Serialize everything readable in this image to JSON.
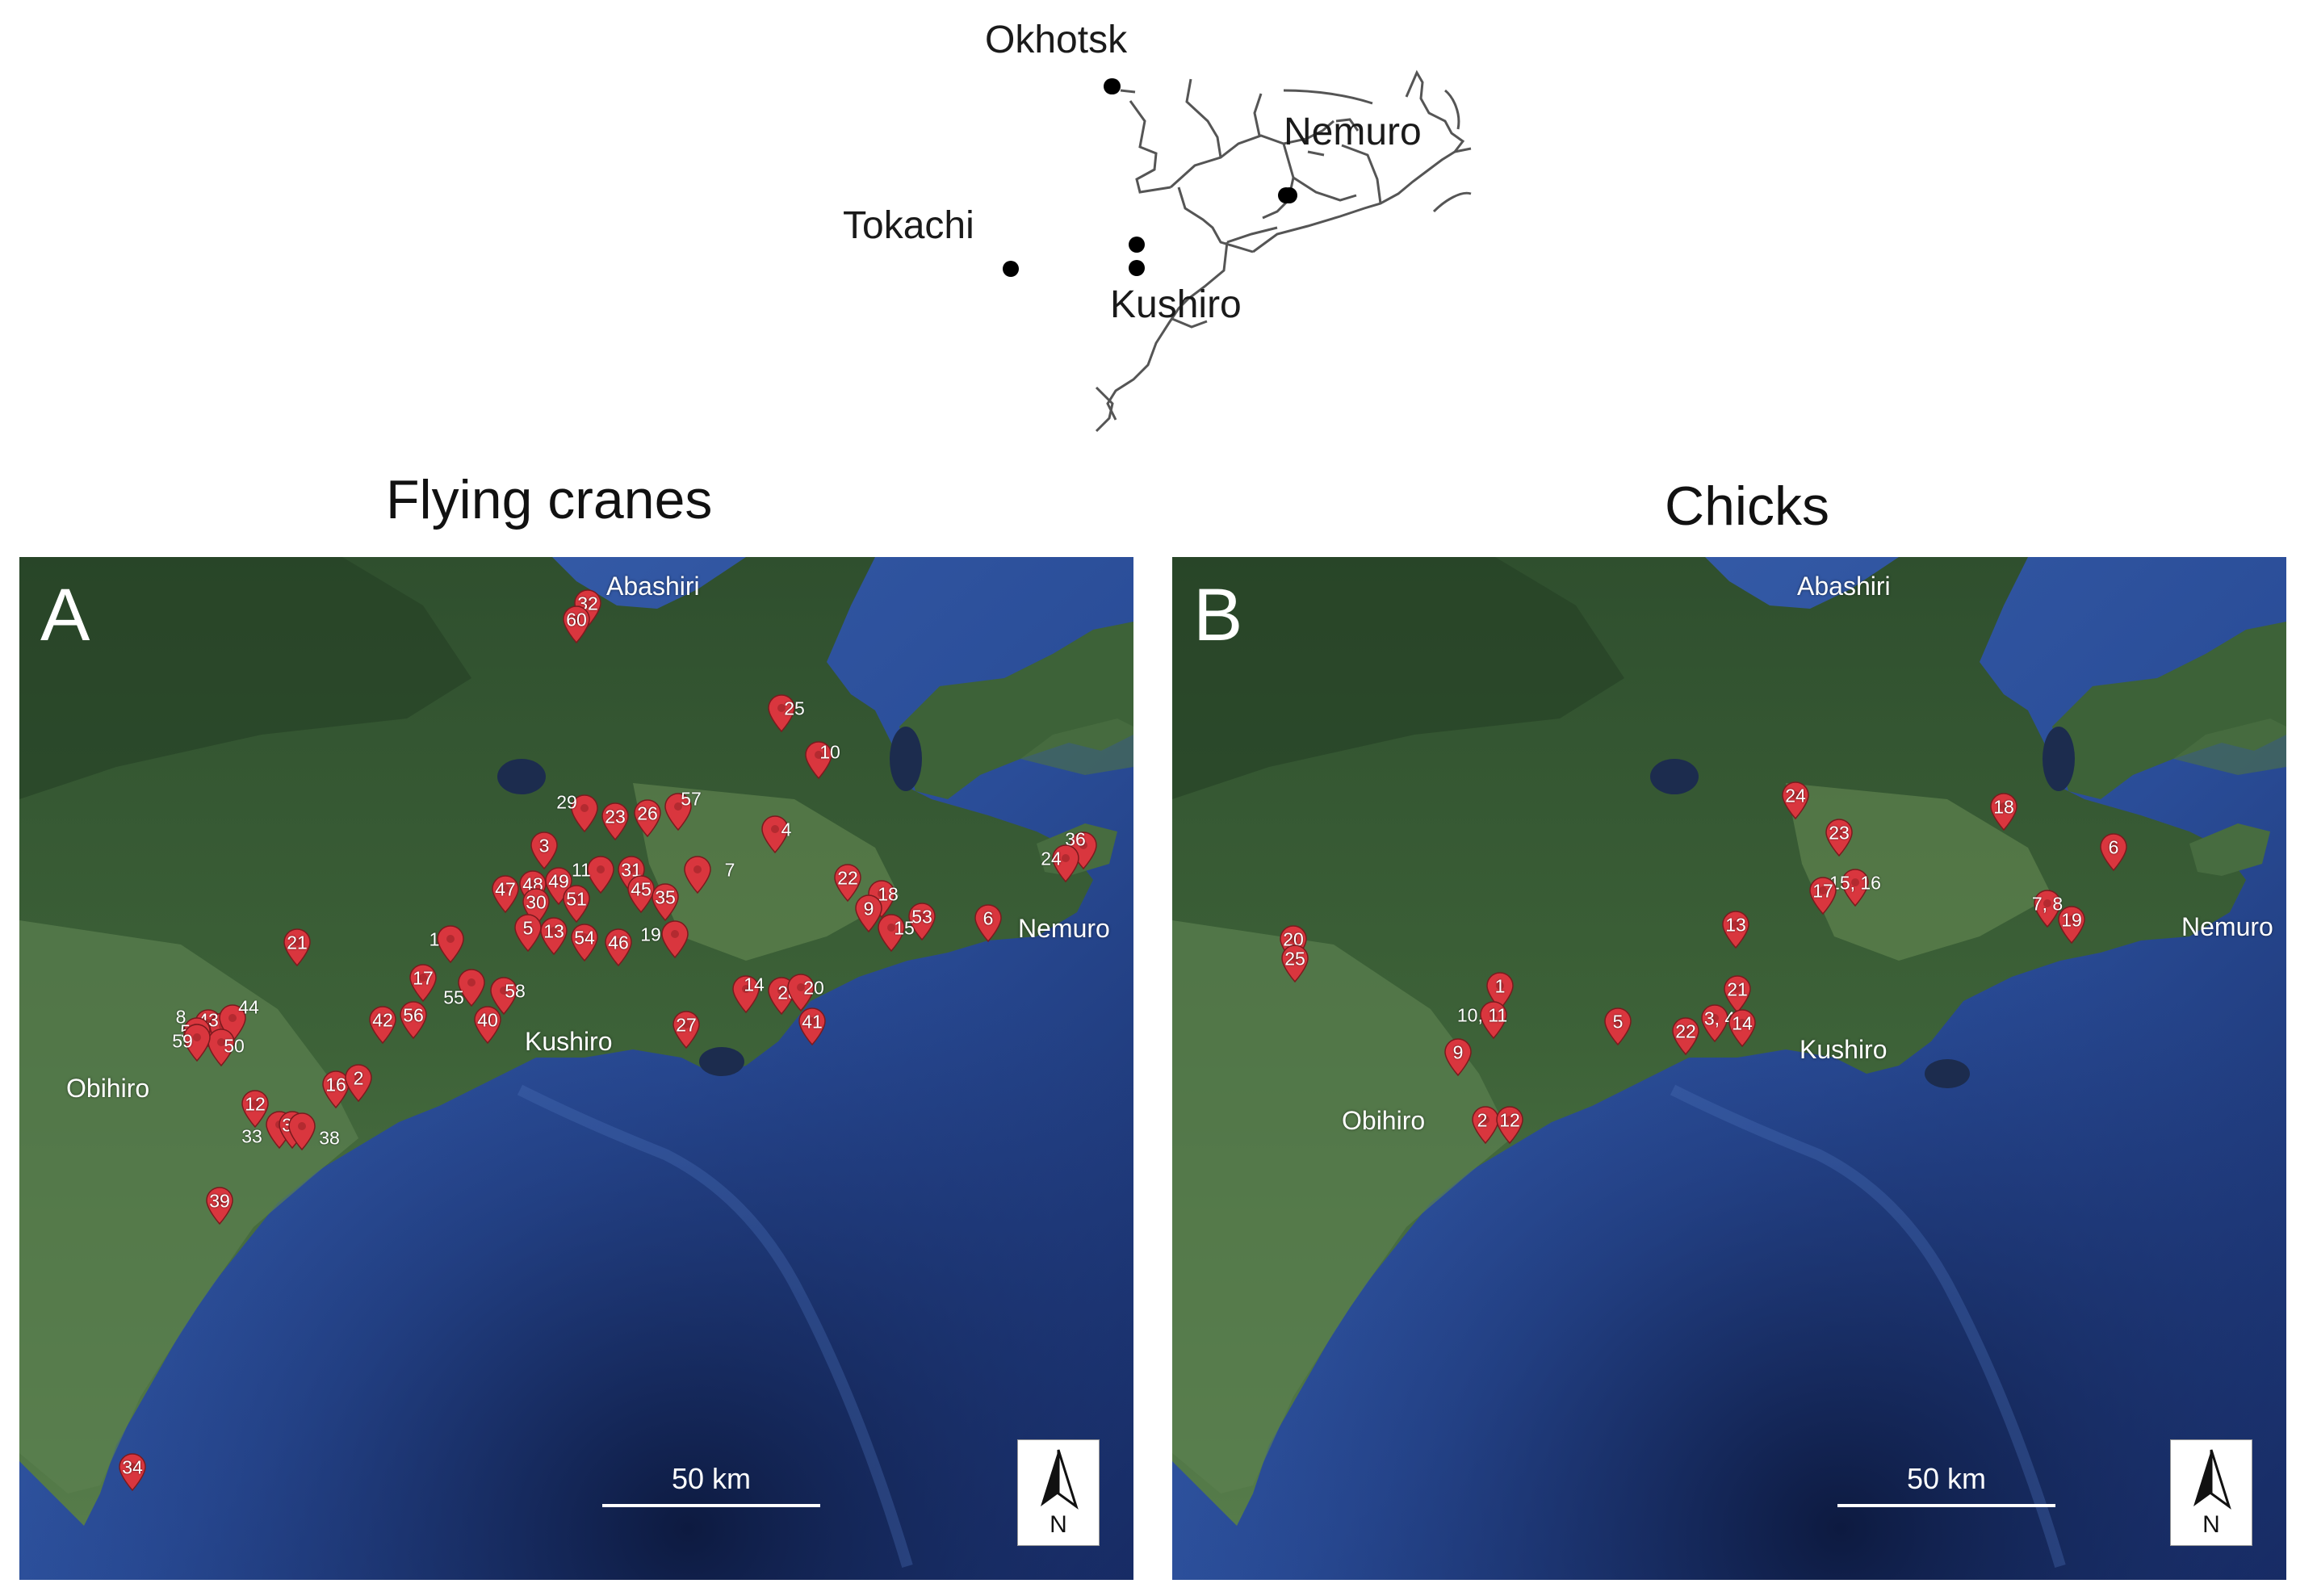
{
  "inset": {
    "labels": [
      "Okhotsk",
      "Nemuro",
      "Tokachi",
      "Kushiro"
    ]
  },
  "panel_a": {
    "title": "Flying cranes",
    "letter": "A",
    "places": [
      "Abashiri",
      "Nemuro",
      "Kushiro",
      "Obihiro"
    ],
    "scale_label": "50 km",
    "north_label": "N",
    "markers": [
      "32",
      "25",
      "10",
      "29",
      "23",
      "26",
      "57",
      "3",
      "11",
      "31",
      "7",
      "4",
      "47",
      "48",
      "49",
      "45",
      "35",
      "30",
      "51",
      "22",
      "18",
      "9",
      "53",
      "6",
      "36",
      "24",
      "21",
      "1",
      "5",
      "13",
      "54",
      "46",
      "19",
      "15",
      "17",
      "55",
      "58",
      "14",
      "28",
      "20",
      "8",
      "43",
      "44",
      "52",
      "50",
      "59",
      "42",
      "56",
      "40",
      "27",
      "41",
      "16",
      "2",
      "12",
      "33",
      "37",
      "38",
      "39",
      "34",
      "60"
    ]
  },
  "panel_b": {
    "title": "Chicks",
    "letter": "B",
    "places": [
      "Abashiri",
      "Nemuro",
      "Kushiro",
      "Obihiro"
    ],
    "scale_label": "50 km",
    "north_label": "N",
    "markers": [
      "24",
      "18",
      "23",
      "6",
      "15, 16",
      "17",
      "7, 8",
      "19",
      "13",
      "20",
      "25",
      "1",
      "21",
      "10, 11",
      "3, 4",
      "5",
      "22",
      "14",
      "9",
      "2",
      "12"
    ]
  }
}
